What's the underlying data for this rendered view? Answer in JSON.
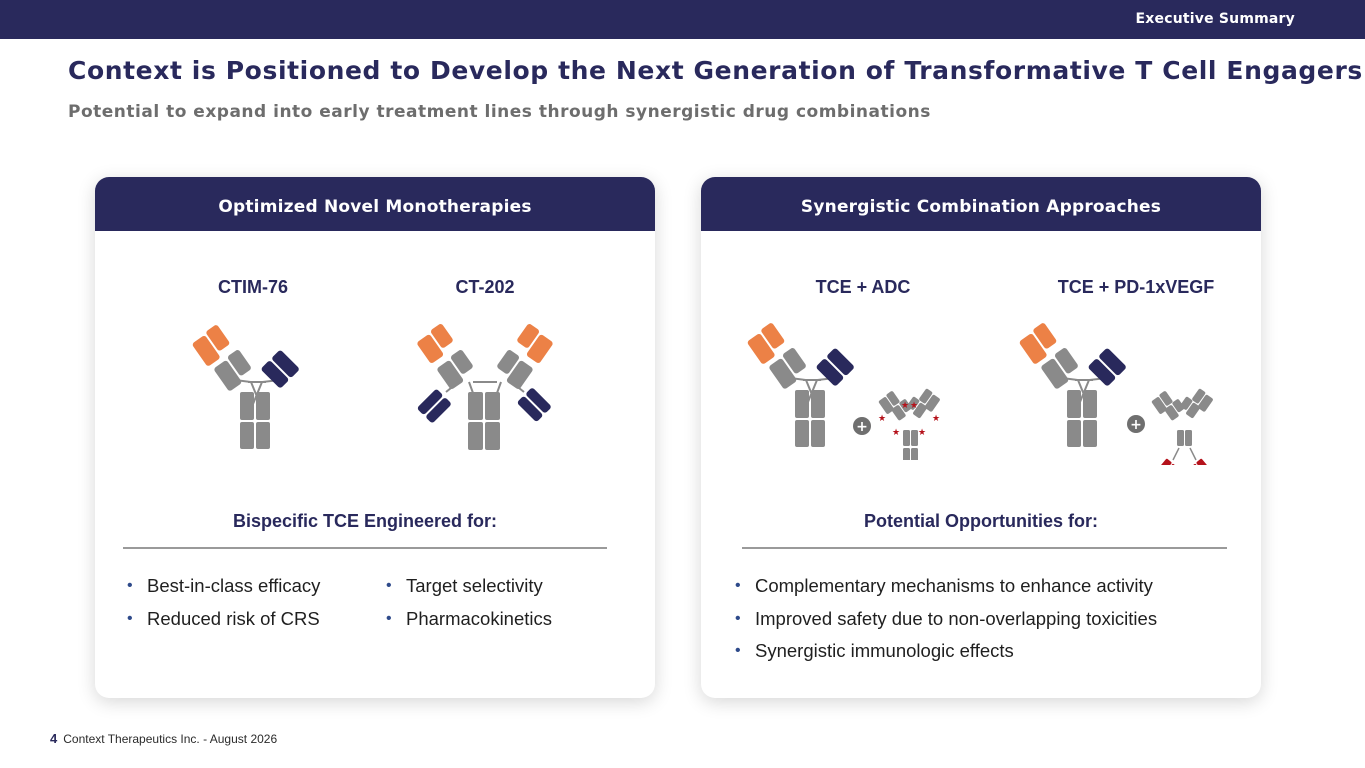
{
  "header": {
    "section_label": "Executive Summary"
  },
  "title": "Context is Positioned to Develop the Next Generation of Transformative T Cell Engagers",
  "subtitle": "Potential to expand into early treatment lines through synergistic drug combinations",
  "left_card": {
    "header": "Optimized Novel Monotherapies",
    "items": [
      {
        "label": "CTIM-76",
        "icon": "bispecific-antibody-icon"
      },
      {
        "label": "CT-202",
        "icon": "tetravalent-antibody-icon"
      }
    ],
    "subhead": "Bispecific TCE Engineered for:",
    "bullets_col1": [
      "Best-in-class efficacy",
      "Reduced risk of CRS"
    ],
    "bullets_col2": [
      "Target selectivity",
      "Pharmacokinetics"
    ]
  },
  "right_card": {
    "header": "Synergistic Combination Approaches",
    "items": [
      {
        "label": "TCE + ADC",
        "icon": "antibody-plus-adc-icon"
      },
      {
        "label": "TCE + PD-1xVEGF",
        "icon": "antibody-plus-pd1-vegf-icon"
      }
    ],
    "subhead": "Potential Opportunities for:",
    "bullets": [
      "Complementary mechanisms to enhance activity",
      "Improved safety due to non-overlapping toxicities",
      "Synergistic immunologic effects"
    ]
  },
  "footer": {
    "page_number": "4",
    "text": "Context Therapeutics Inc. - August 2026"
  },
  "colors": {
    "navy": "#29295c",
    "orange": "#ec8146",
    "gray": "#8a8a8a",
    "red": "#b5121b"
  }
}
